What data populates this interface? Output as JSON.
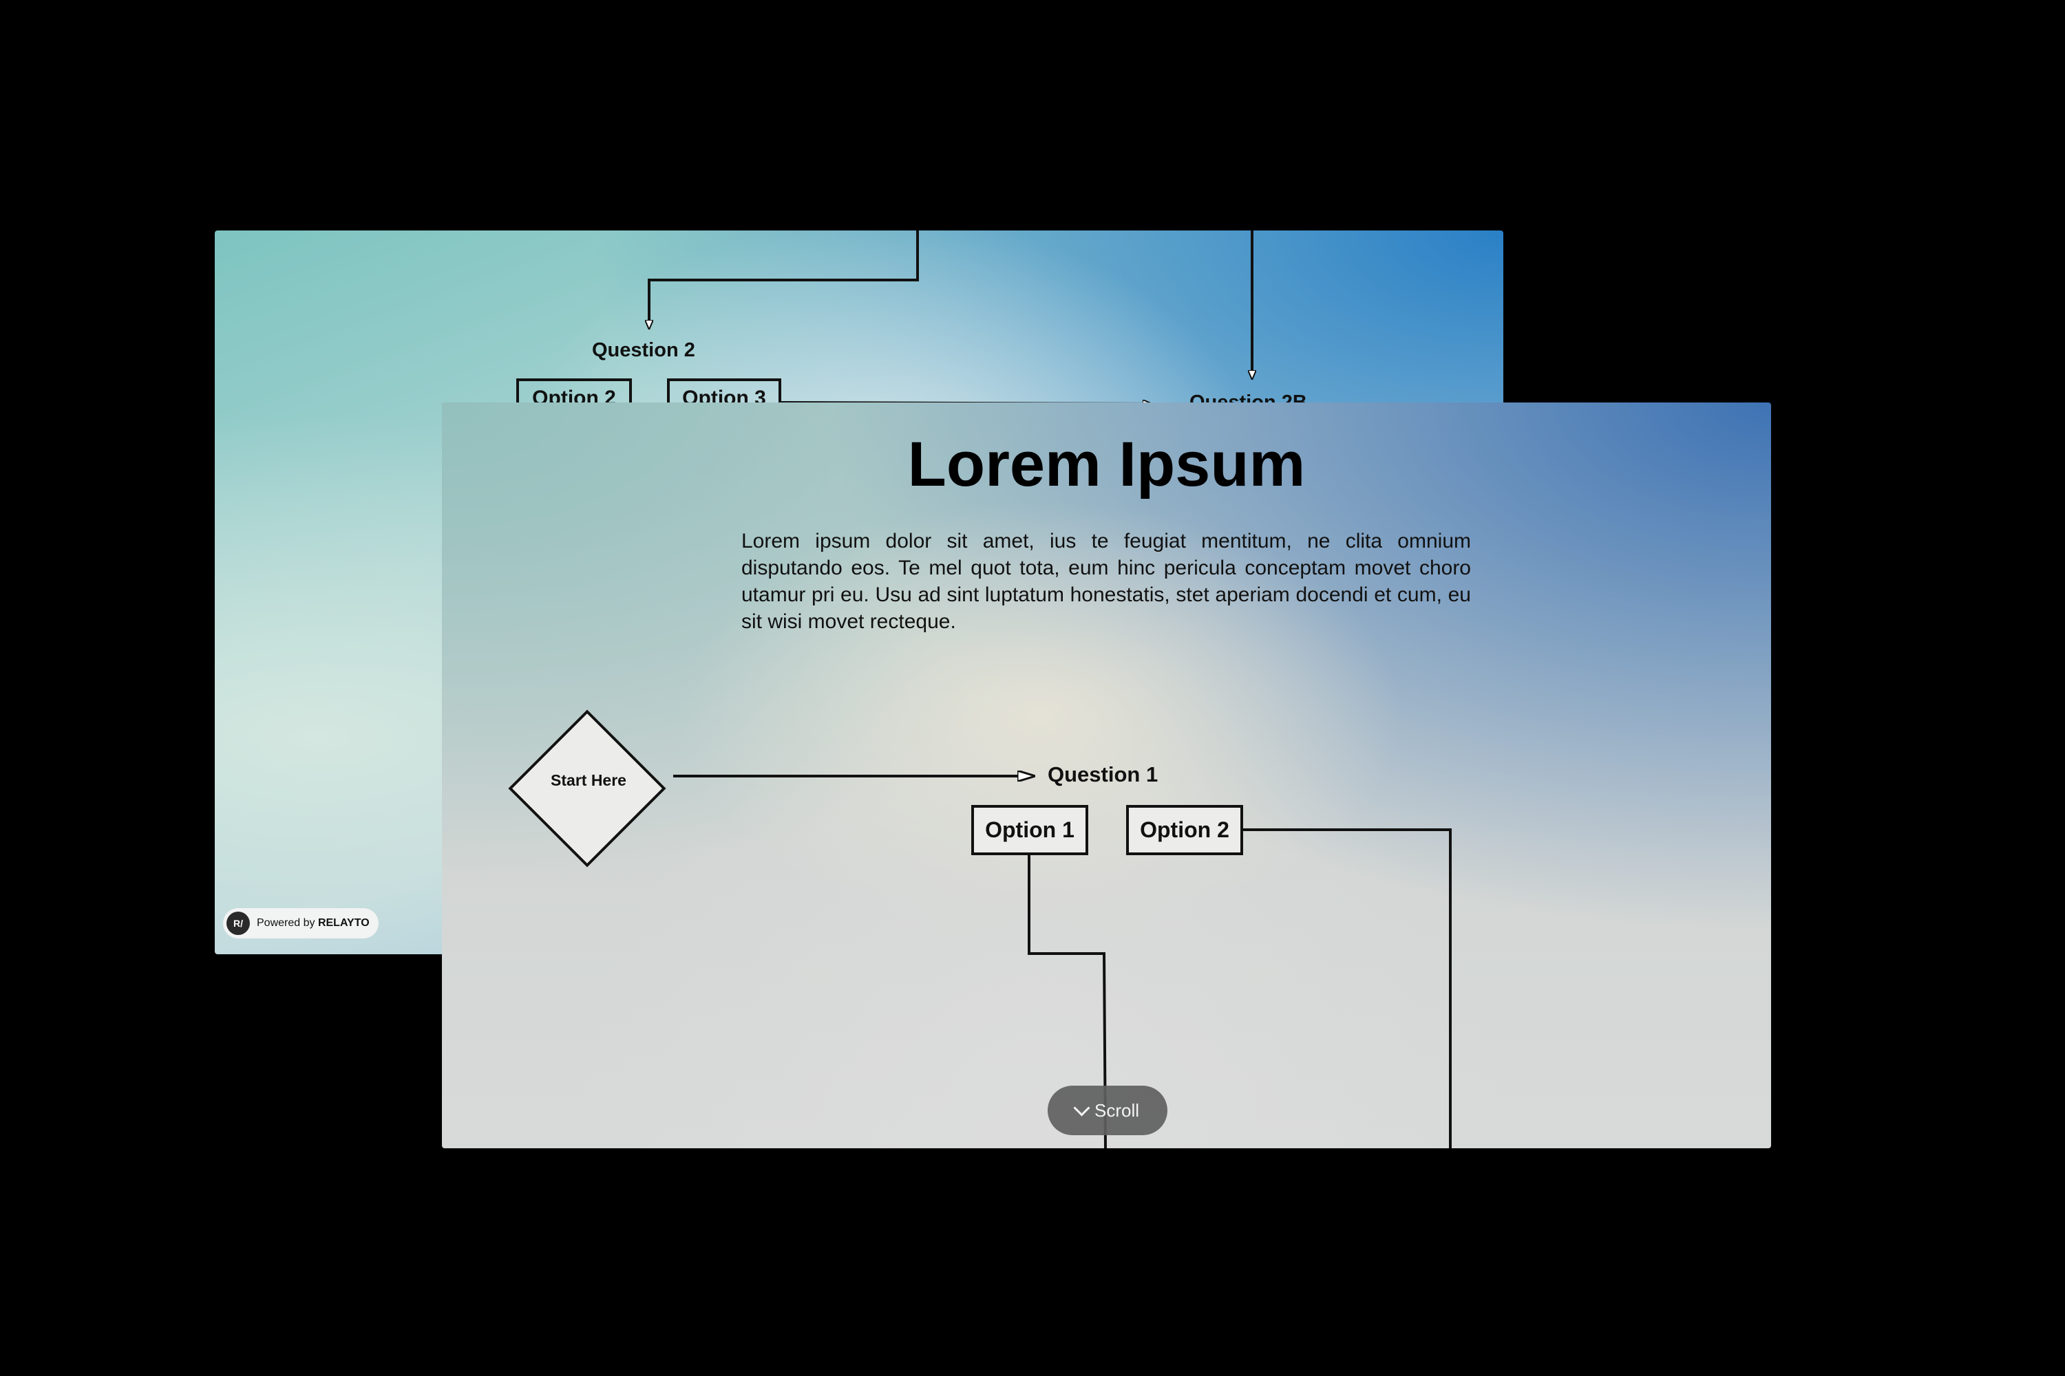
{
  "back_slide": {
    "question_2": "Question 2",
    "option_2": "Option 2",
    "option_3": "Option 3",
    "question_2b": "Question 2B",
    "badge": {
      "logo_text": "R/",
      "prefix": "Powered by",
      "brand": "RELAYTO"
    }
  },
  "front_slide": {
    "title": "Lorem Ipsum",
    "body": "Lorem ipsum dolor sit amet, ius te feugiat mentitum, ne clita omnium disputando eos. Te mel quot tota, eum hinc pericula conceptam movet choro utamur pri eu. Usu ad sint luptatum honestatis, stet aperiam docendi et cum, eu sit wisi movet recteque.",
    "start_label": "Start Here",
    "question_1": "Question 1",
    "option_1": "Option 1",
    "option_2": "Option 2",
    "scroll_label": "Scroll"
  },
  "colors": {
    "background": "#000000",
    "ink": "#111111",
    "scroll_button": "#5f5f5f",
    "back_slide_accent": "#2a80c6",
    "front_slide_accent": "#3f73b4"
  }
}
